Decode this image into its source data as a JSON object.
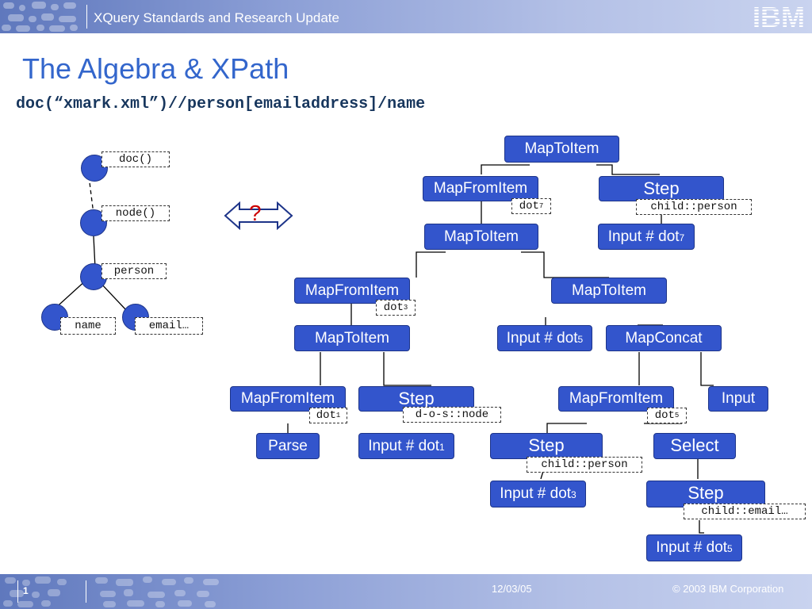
{
  "header": {
    "title": "XQuery Standards and Research Update",
    "logo": "IBM"
  },
  "slide": {
    "title": "The Algebra & XPath",
    "subtitle": "doc(“xmark.xml”)//person[emailaddress]/name"
  },
  "xpath_tree": {
    "labels": {
      "doc": "doc()",
      "node": "node()",
      "person": "person",
      "name": "name",
      "email": "email…"
    }
  },
  "arrow": {
    "label": "?",
    "color": "#cc0000"
  },
  "algebra_tree": {
    "maptoitem_top": "MapToItem",
    "mapfromitem_1": "MapFromItem",
    "dot7": {
      "base": "dot",
      "sub": "7"
    },
    "step_1": "Step",
    "child_person_1": "child::person",
    "maptoitem_2": "MapToItem",
    "input_dot7": {
      "base": "Input # dot",
      "sub": "7"
    },
    "mapfromitem_2": "MapFromItem",
    "dot3": {
      "base": "dot",
      "sub": "3"
    },
    "maptoitem_3": "MapToItem",
    "maptoitem_4": "MapToItem",
    "input_dot5_a": {
      "base": "Input # dot",
      "sub": "5"
    },
    "mapconcat": "MapConcat",
    "mapfromitem_3": "MapFromItem",
    "dot1": {
      "base": "dot",
      "sub": "1"
    },
    "step_2": "Step",
    "dos_node": "d-o-s::node",
    "mapfromitem_4": "MapFromItem",
    "dot5": {
      "base": "dot",
      "sub": "5"
    },
    "input_plain": "Input",
    "parse": "Parse",
    "input_dot1": {
      "base": "Input # dot",
      "sub": "1"
    },
    "step_3": "Step",
    "child_person_2": "child::person",
    "select": "Select",
    "input_dot3": {
      "base": "Input # dot",
      "sub": "3"
    },
    "step_4": "Step",
    "child_email": "child::email…",
    "input_dot5_b": {
      "base": "Input # dot",
      "sub": "5"
    }
  },
  "footer": {
    "page": "1",
    "date": "12/03/05",
    "copyright": "© 2003 IBM Corporation"
  },
  "colors": {
    "node": "#3355cc",
    "title": "#3366cc",
    "header_bar": "#5f78bd"
  }
}
